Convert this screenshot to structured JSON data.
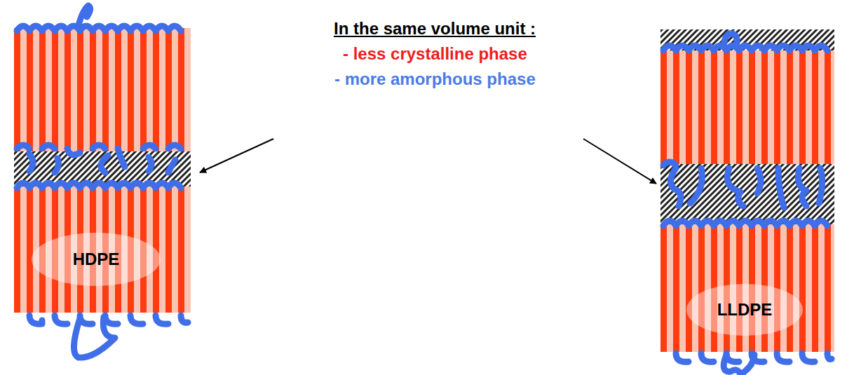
{
  "diagram": {
    "nodes": [
      {
        "text": [
          "HDPE"
        ]
      },
      {
        "text": [
          "LLDPE"
        ]
      }
    ],
    "labels": [
      "In the same volume unit :",
      "- less crystalline phase",
      "- more amorphous phase"
    ]
  }
}
